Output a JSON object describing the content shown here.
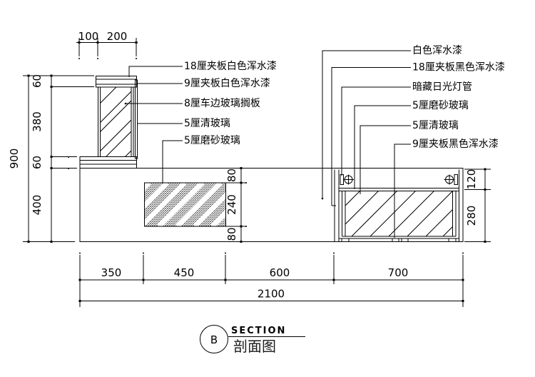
{
  "drawing": {
    "labels_left": [
      "18厘夹板白色浑水漆",
      "9厘夹板白色浑水漆",
      "8厘车边玻璃搁板",
      "5厘清玻璃",
      "5厘磨砂玻璃"
    ],
    "labels_right": [
      "白色浑水漆",
      "18厘夹板黑色浑水漆",
      "暗藏日光灯管",
      "5厘磨砂玻璃",
      "5厘清玻璃",
      "9厘夹板黑色浑水漆"
    ],
    "dims": {
      "top": [
        "100",
        "200"
      ],
      "left_total": "900",
      "left": [
        "60",
        "380",
        "60",
        "400"
      ],
      "middle": [
        "80",
        "240",
        "80"
      ],
      "right": [
        "120",
        "280"
      ],
      "bottom": [
        "350",
        "450",
        "600",
        "700"
      ],
      "bottom_total": "2100"
    },
    "title": {
      "letter": "B",
      "en": "SECTION",
      "zh": "剖面图"
    },
    "colors": {
      "line": "#000000",
      "background": "#ffffff"
    }
  }
}
